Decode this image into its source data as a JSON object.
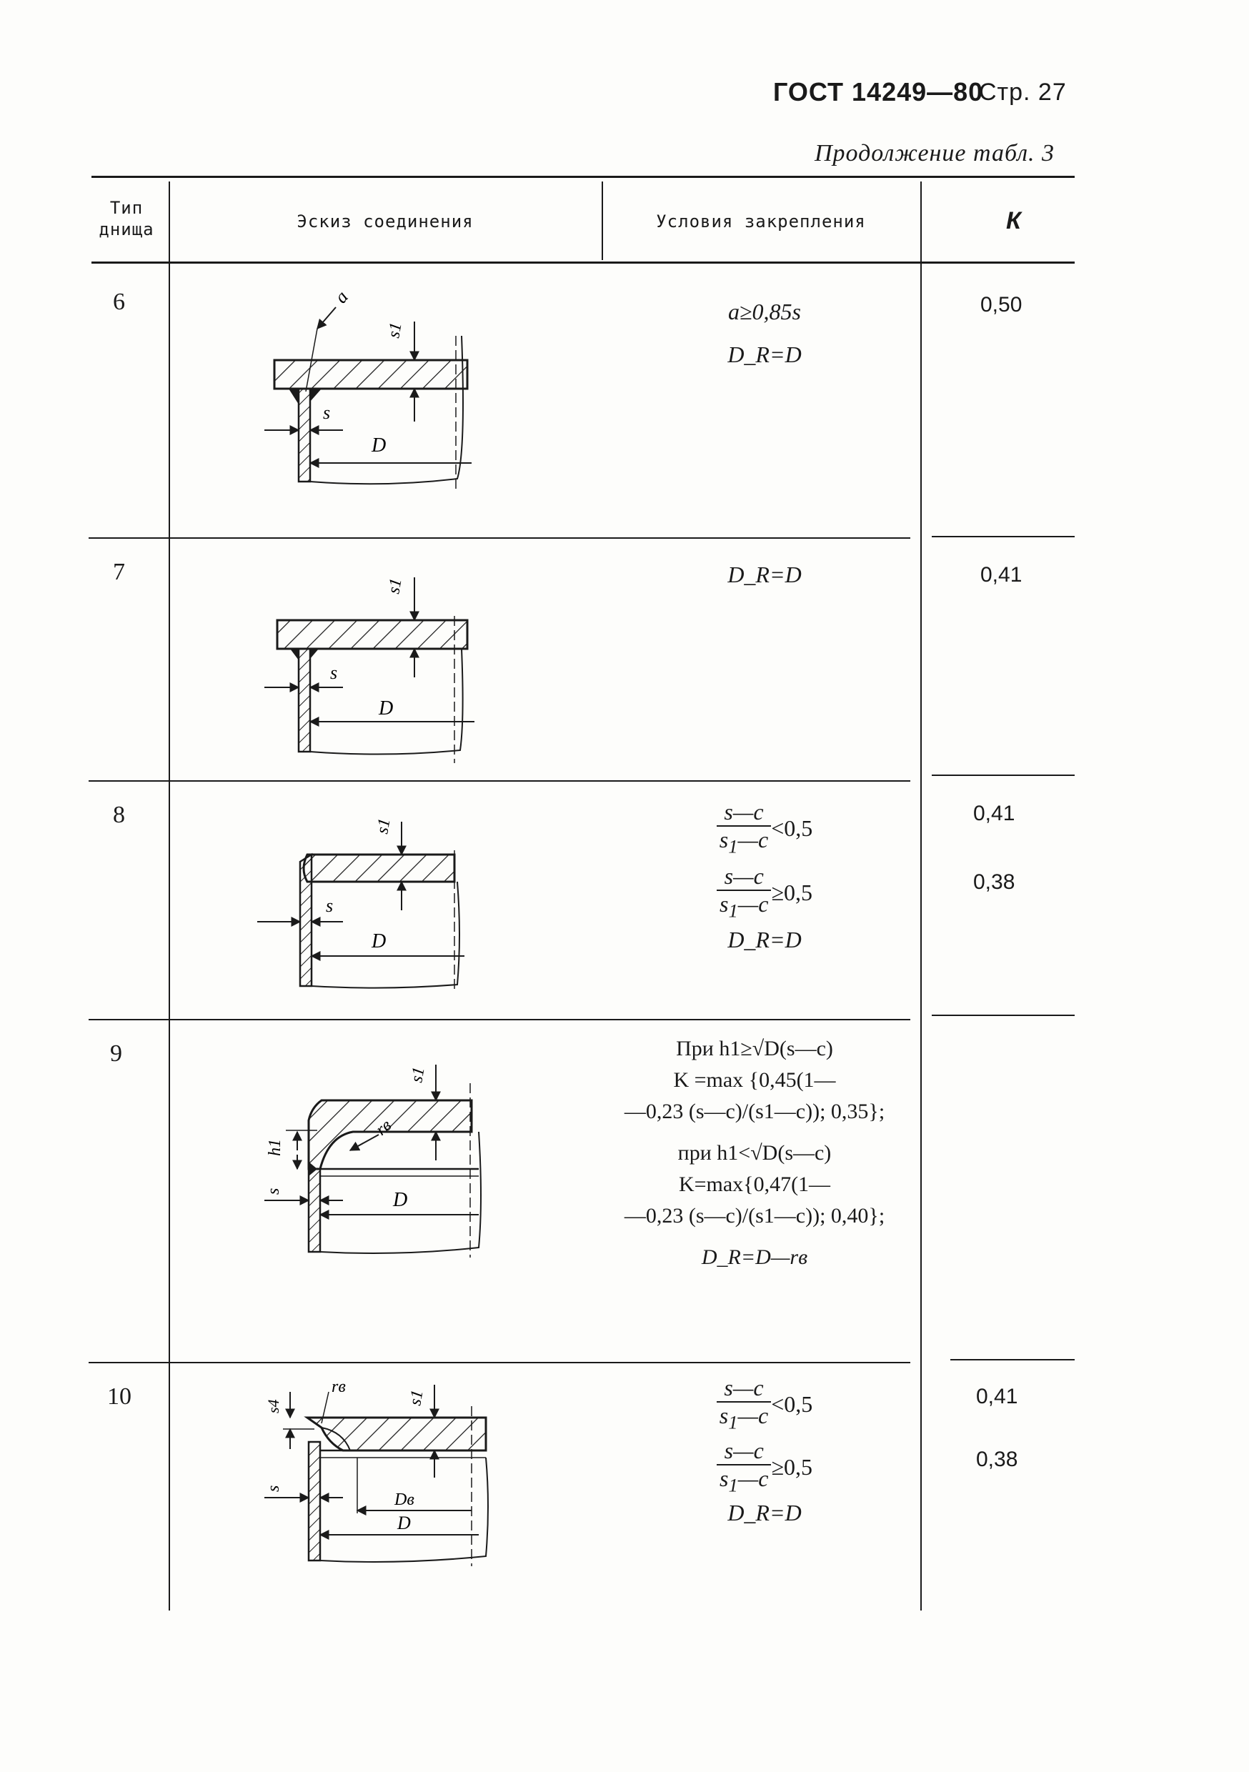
{
  "header": {
    "gost": "ГОСТ 14249—80",
    "page": "Стр. 27",
    "continuation": "Продолжение табл. 3"
  },
  "table": {
    "columns": [
      "Тип днища",
      "Эскиз соединения",
      "Условия закрепления",
      "К"
    ],
    "rows": [
      {
        "type": "6",
        "conditions": [
          "a≥0,85s",
          "D_R=D"
        ],
        "k": [
          "0,50"
        ],
        "sketch_labels": [
          "a",
          "s1",
          "s",
          "D"
        ]
      },
      {
        "type": "7",
        "conditions": [
          "D_R=D"
        ],
        "k": [
          "0,41"
        ],
        "sketch_labels": [
          "s1",
          "s",
          "D"
        ]
      },
      {
        "type": "8",
        "conditions": [
          "(s—c)/(s1—c)<0,5",
          "(s—c)/(s1—c)≥0,5",
          "D_R=D"
        ],
        "k": [
          "0,41",
          "0,38"
        ],
        "sketch_labels": [
          "s1",
          "s",
          "D"
        ]
      },
      {
        "type": "9",
        "conditions": [
          "При h1≥√D(s—c)",
          "K =max {0,45(1—",
          "—0,23 (s—c)/(s1—c)); 0,35};",
          "при h1<√D(s—c)",
          "K=max{0,47(1—",
          "—0,23 (s—c)/(s1—c)); 0,40};",
          "D_R=D—rв"
        ],
        "k": [],
        "sketch_labels": [
          "s1",
          "h1",
          "rв",
          "s",
          "D"
        ]
      },
      {
        "type": "10",
        "conditions": [
          "(s—c)/(s1—c)<0,5",
          "(s—c)/(s1—c)≥0,5",
          "D_R=D"
        ],
        "k": [
          "0,41",
          "0,38"
        ],
        "sketch_labels": [
          "s4",
          "rв",
          "s1",
          "s",
          "Dв",
          "D"
        ]
      }
    ]
  }
}
